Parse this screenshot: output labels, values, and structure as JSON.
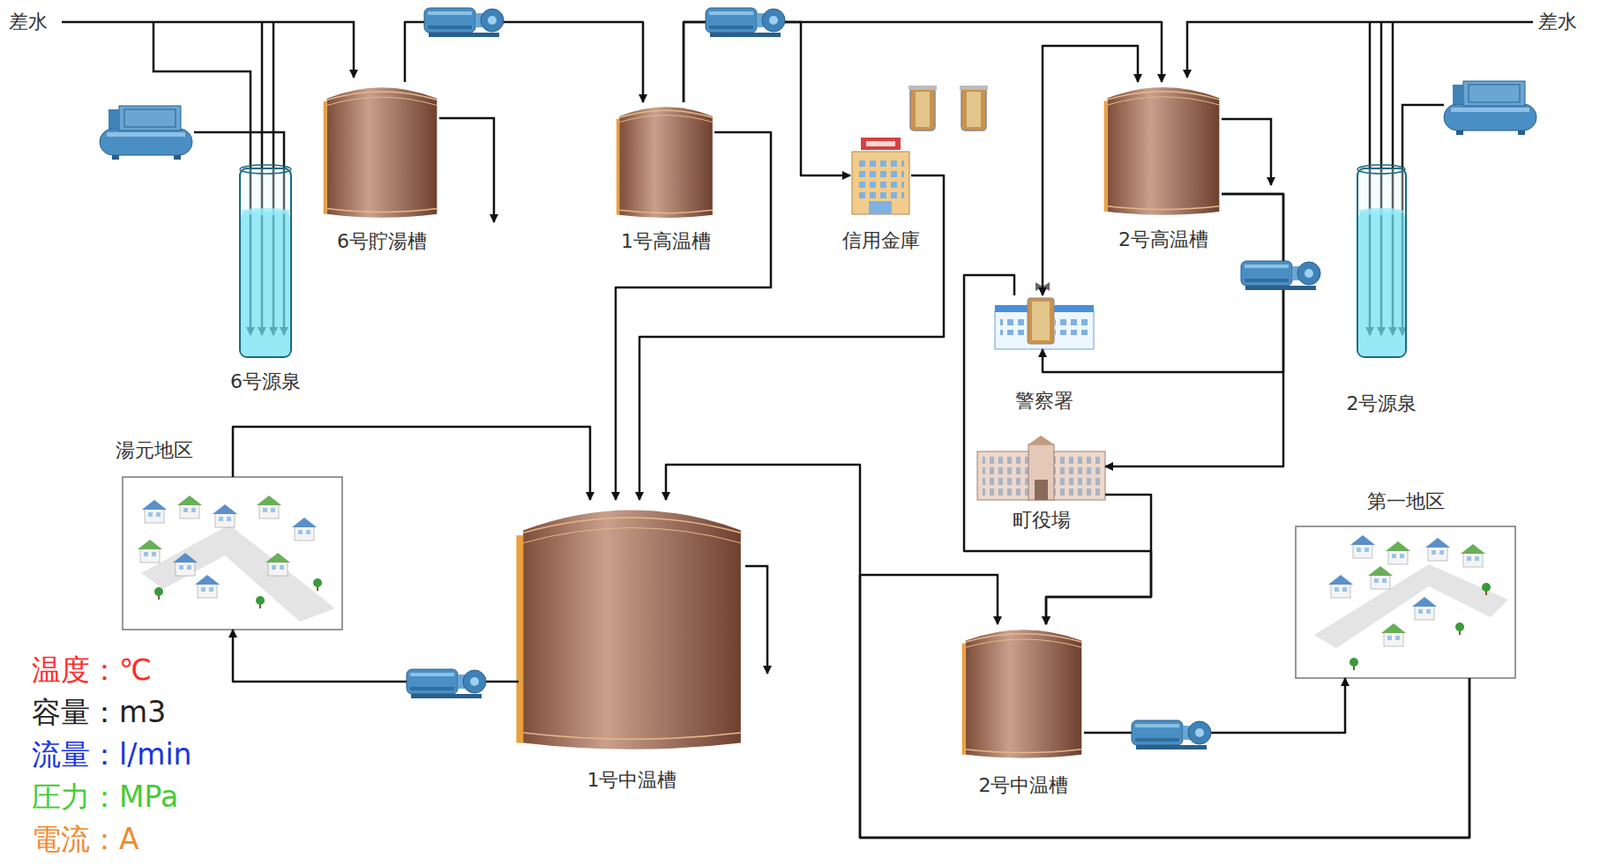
{
  "diagram": {
    "nodes": [
      {
        "text": [
          "6号源泉"
        ]
      },
      {
        "text": [
          "6号貯湯槽"
        ]
      },
      {
        "text": [
          "1号高温槽"
        ]
      },
      {
        "text": [
          "信用金庫"
        ]
      },
      {
        "text": [
          "2号高温槽"
        ]
      },
      {
        "text": [
          "2号源泉"
        ]
      },
      {
        "text": [
          "湯元地区"
        ]
      },
      {
        "text": [
          "警察署"
        ]
      },
      {
        "text": [
          "町役場"
        ]
      },
      {
        "text": [
          "第一地区"
        ]
      },
      {
        "text": [
          "1号中温槽"
        ]
      },
      {
        "text": [
          "2号中温槽"
        ]
      }
    ],
    "edges": [
      {
        "from": 1,
        "to": 2,
        "arrow": "to"
      },
      {
        "from": 2,
        "to": 4,
        "arrow": "to"
      },
      {
        "from": 2,
        "to": 3,
        "arrow": "to"
      },
      {
        "from": 2,
        "to": 10,
        "arrow": "to"
      },
      {
        "from": 3,
        "to": 10,
        "arrow": "to"
      },
      {
        "from": 4,
        "to": 7,
        "arrow": "to"
      },
      {
        "from": 4,
        "to": 8,
        "arrow": "to"
      },
      {
        "from": 4,
        "to": 7,
        "arrow": "both"
      },
      {
        "from": 8,
        "to": 11,
        "arrow": "to"
      },
      {
        "from": 7,
        "to": 11,
        "arrow": "to"
      },
      {
        "from": 10,
        "to": 6,
        "arrow": "to"
      },
      {
        "from": 6,
        "to": 10,
        "arrow": "to"
      },
      {
        "from": 11,
        "to": 9,
        "arrow": "to"
      },
      {
        "from": 9,
        "to": 10,
        "arrow": "to"
      },
      {
        "from": 9,
        "to": 11,
        "arrow": "to"
      }
    ],
    "labels": [
      "差水",
      "差水"
    ],
    "legend": [
      {
        "text": "温度：℃",
        "color": "#ff2a2a"
      },
      {
        "text": "容量：m3",
        "color": "#222222"
      },
      {
        "text": "流量：l/min",
        "color": "#1a33e0"
      },
      {
        "text": "圧力：MPa",
        "color": "#44cc33"
      },
      {
        "text": "電流：A",
        "color": "#f08a30"
      }
    ]
  }
}
